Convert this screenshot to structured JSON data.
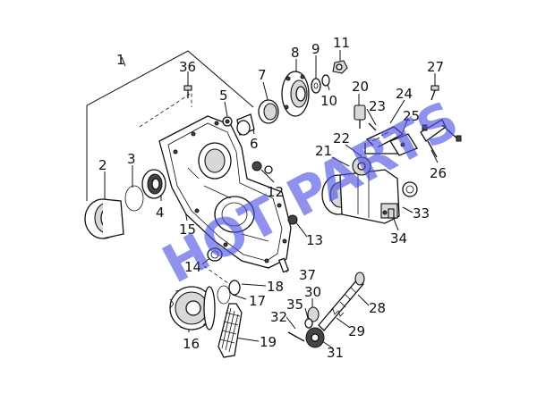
{
  "watermark": {
    "text": "HOT PARTS",
    "color": "#4a4fe0"
  },
  "callouts": [
    {
      "id": "1",
      "label": "1"
    },
    {
      "id": "2",
      "label": "2"
    },
    {
      "id": "3",
      "label": "3"
    },
    {
      "id": "4",
      "label": "4"
    },
    {
      "id": "5",
      "label": "5"
    },
    {
      "id": "6",
      "label": "6"
    },
    {
      "id": "7",
      "label": "7"
    },
    {
      "id": "8",
      "label": "8"
    },
    {
      "id": "9",
      "label": "9"
    },
    {
      "id": "10",
      "label": "10"
    },
    {
      "id": "11",
      "label": "11"
    },
    {
      "id": "12",
      "label": "12"
    },
    {
      "id": "13",
      "label": "13"
    },
    {
      "id": "14",
      "label": "14"
    },
    {
      "id": "15",
      "label": "15"
    },
    {
      "id": "16",
      "label": "16"
    },
    {
      "id": "17",
      "label": "17"
    },
    {
      "id": "18",
      "label": "18"
    },
    {
      "id": "19",
      "label": "19"
    },
    {
      "id": "20",
      "label": "20"
    },
    {
      "id": "21",
      "label": "21"
    },
    {
      "id": "22",
      "label": "22"
    },
    {
      "id": "23",
      "label": "23"
    },
    {
      "id": "24",
      "label": "24"
    },
    {
      "id": "25",
      "label": "25"
    },
    {
      "id": "26",
      "label": "26"
    },
    {
      "id": "27",
      "label": "27"
    },
    {
      "id": "28",
      "label": "28"
    },
    {
      "id": "29",
      "label": "29"
    },
    {
      "id": "30",
      "label": "30"
    },
    {
      "id": "31",
      "label": "31"
    },
    {
      "id": "32",
      "label": "32"
    },
    {
      "id": "33",
      "label": "33"
    },
    {
      "id": "34",
      "label": "34"
    },
    {
      "id": "35",
      "label": "35"
    },
    {
      "id": "36",
      "label": "36"
    },
    {
      "id": "37",
      "label": "37"
    }
  ]
}
